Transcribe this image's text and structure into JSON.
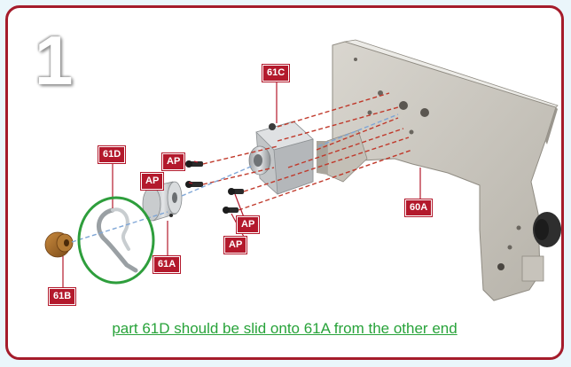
{
  "step": {
    "number": "1"
  },
  "labels": {
    "part_60A": "60A",
    "part_61A": "61A",
    "part_61B": "61B",
    "part_61C": "61C",
    "part_61D": "61D",
    "fastener_AP": "AP"
  },
  "caption": "part 61D should be slid onto 61A from the other end",
  "colors": {
    "frame_border": "#a51c2b",
    "label_bg": "#b3192c",
    "highlight_circle": "#2e9e3c",
    "caption_text": "#28a33a",
    "assembly_line_red": "#c0392b",
    "assembly_line_blue": "#7fa6d6"
  }
}
